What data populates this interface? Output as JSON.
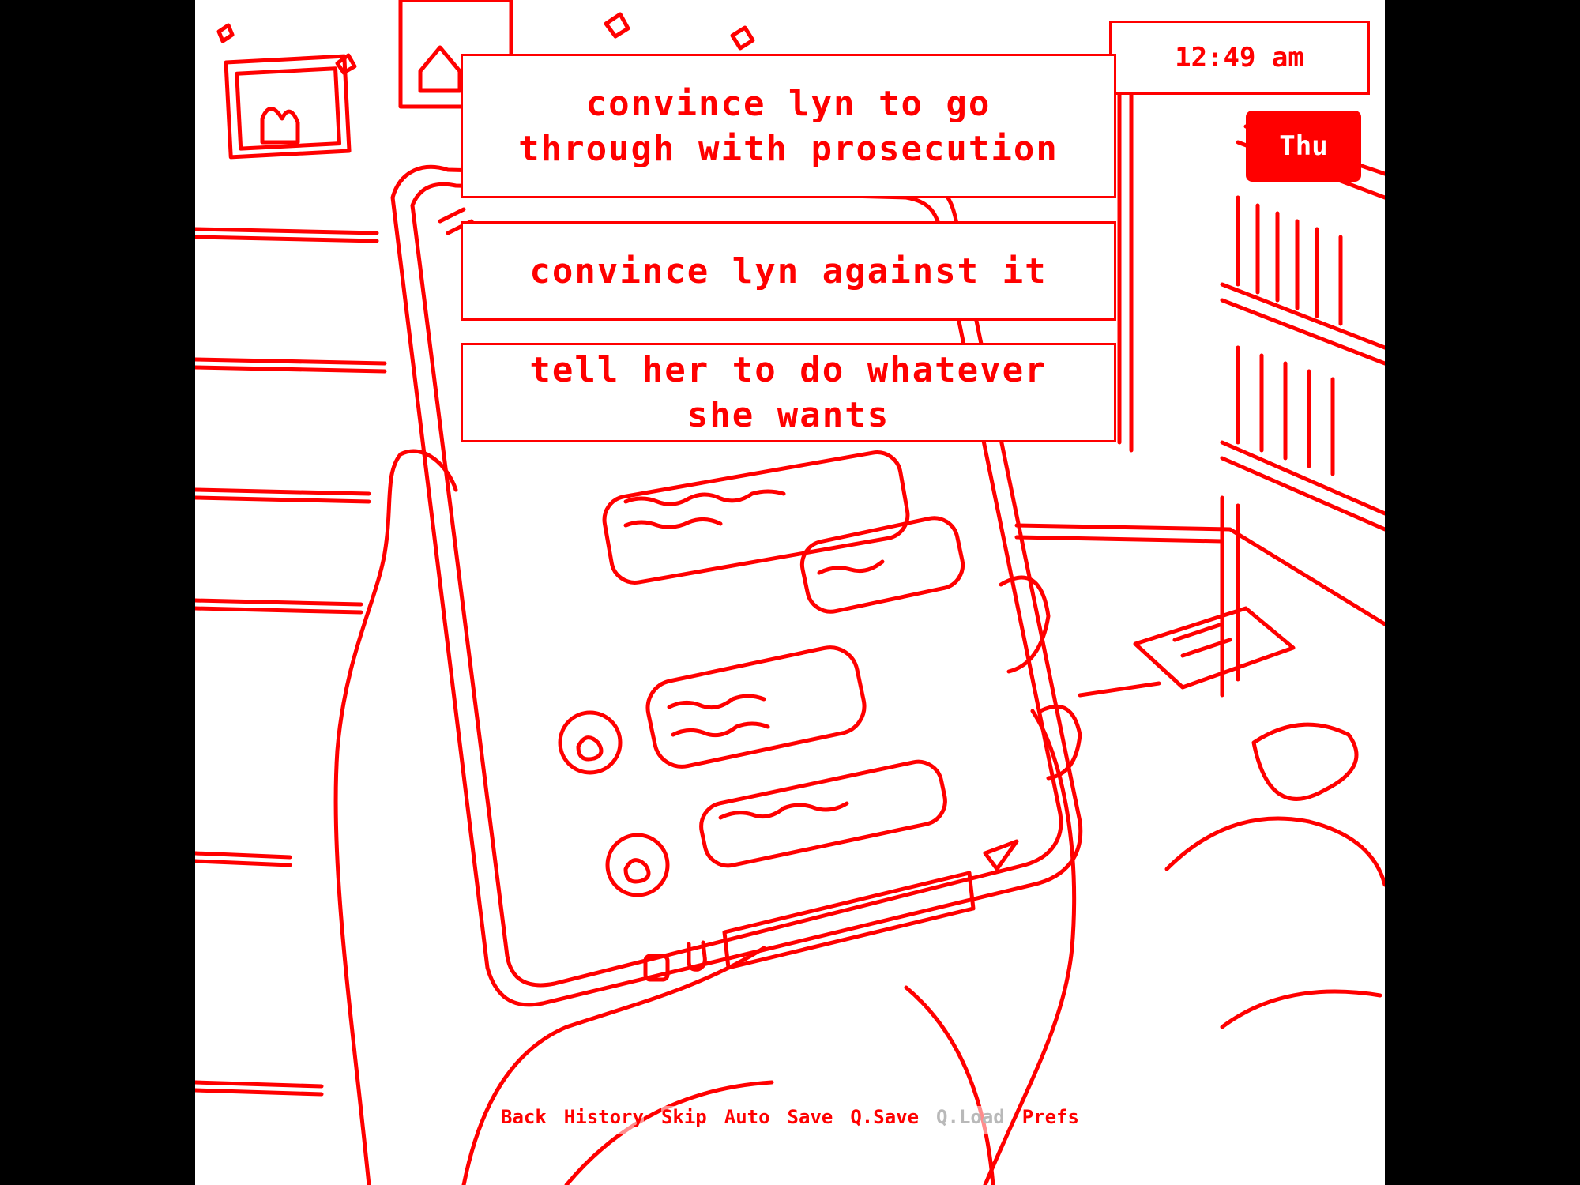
{
  "choices": [
    {
      "label": "convince lyn to go through with prosecution"
    },
    {
      "label": "convince lyn against it"
    },
    {
      "label": "tell her to do whatever she wants"
    }
  ],
  "hud": {
    "time": "12:49 am",
    "day": "Thu"
  },
  "quick_menu": {
    "back": "Back",
    "history": "History",
    "skip": "Skip",
    "auto": "Auto",
    "save": "Save",
    "qsave": "Q.Save",
    "qload": "Q.Load",
    "prefs": "Prefs"
  },
  "colors": {
    "line": "#ff0000",
    "background": "#ffffff",
    "letterbox": "#000000",
    "disabled": "#b9b9b9"
  }
}
